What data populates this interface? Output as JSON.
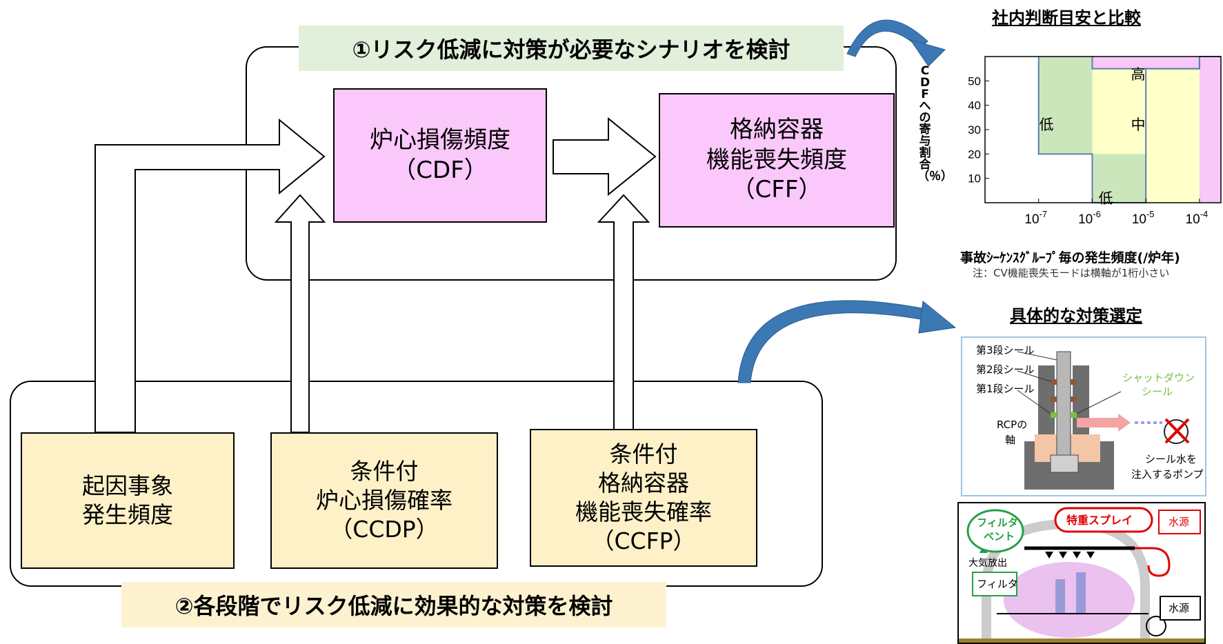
{
  "banner_top": "①リスク低減に対策が必要なシナリオを検討",
  "banner_bottom": "②各段階でリスク低減に効果的な対策を検討",
  "boxes": {
    "cdf": [
      "炉心損傷頻度",
      "（CDF）"
    ],
    "cff": [
      "格納容器",
      "機能喪失頻度",
      "（CFF）"
    ],
    "initiating": [
      "起因事象",
      "発生頻度"
    ],
    "ccdp": [
      "条件付",
      "炉心損傷確率",
      "（CCDP）"
    ],
    "ccfp": [
      "条件付",
      "格納容器",
      "機能喪失確率",
      "（CCFP）"
    ]
  },
  "side_titles": {
    "comparison": "社内判断目安と比較",
    "measures": "具体的な対策選定"
  },
  "chart_data": {
    "type": "region-map",
    "ylabel": "CDFへの寄与割合（％）",
    "xlabel": "事故ｼｰｹﾝｽｸﾞﾙｰﾌﾟ毎の発生頻度(/炉年)",
    "note": "注：CV機能喪失モードは横軸が1桁小さい",
    "x_scale": "log",
    "x_ticks": [
      "10-7",
      "10-6",
      "10-5",
      "10-4"
    ],
    "x_tick_base": "10",
    "x_tick_exponents": [
      "-7",
      "-6",
      "-5",
      "-4"
    ],
    "y_ticks": [
      "50",
      "40",
      "30",
      "20",
      "10"
    ],
    "xlim_log10": [
      -8.0,
      -3.6
    ],
    "ylim": [
      0,
      60
    ],
    "regions": [
      {
        "label": "高",
        "color": "#f8c8f8"
      },
      {
        "label": "中",
        "color": "#ffffc8"
      },
      {
        "label": "低",
        "color": "#cce6bc"
      },
      {
        "label": "低",
        "color": "#cce6bc"
      }
    ],
    "low_bound": {
      "x": [
        -7,
        -7,
        -6,
        -6,
        -5,
        -5,
        -4,
        -4
      ],
      "y": [
        60,
        20,
        20,
        0,
        0,
        55,
        55,
        60
      ]
    },
    "mid_bound": {
      "x": [
        -6,
        -6,
        -4,
        -4,
        -3.6
      ],
      "y": [
        60,
        55,
        55,
        60,
        60
      ]
    },
    "low_region_2_x": [
      -6,
      -5
    ],
    "low_region_2_y": [
      0,
      20
    ]
  },
  "seal_figure": {
    "labels": [
      "第3段シール",
      "第2段シール",
      "第1段シール",
      "RCPの",
      "軸",
      "シャットダウン",
      "シール",
      "シール水を",
      "注入するポンプ"
    ],
    "colors": {
      "green_label": "#7ac143",
      "pink_flow": "#f5a3a3",
      "pump_x": "#e00000"
    }
  },
  "spray_figure": {
    "labels": [
      "フィルタ",
      "ベント",
      "特重スプレイ",
      "水源",
      "大気放出",
      "フィルタ",
      "水源"
    ],
    "colors": {
      "red": "#e00000",
      "green": "#22a046",
      "steam": "#e8b6ec"
    }
  }
}
